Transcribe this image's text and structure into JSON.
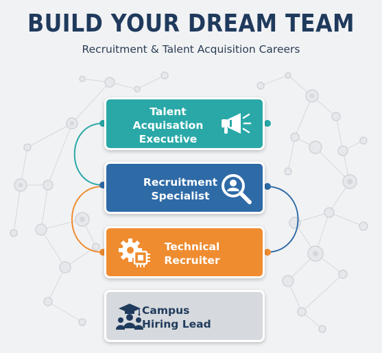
{
  "header": {
    "title": "BUILD YOUR DREAM TEAM",
    "subtitle": "Recruitment & Talent Acquisition Careers"
  },
  "roles": [
    {
      "label": "Talent\nAcquisation\nExecutive",
      "icon": "megaphone-icon",
      "color": "#2aa8a8"
    },
    {
      "label": "Recruitment\nSpecialist",
      "icon": "magnifier-user-icon",
      "color": "#2e6aa6"
    },
    {
      "label": "Technical\nRecruiter",
      "icon": "gear-chip-icon",
      "color": "#ef8c30"
    },
    {
      "label": "Campus\nHiring Lead",
      "icon": "graduation-group-icon",
      "color": "#d6d9dd"
    }
  ],
  "colors": {
    "title": "#1f3a5c",
    "background": "#f1f2f4",
    "connector_teal": "#2aa8a8",
    "connector_orange": "#ef8c30",
    "connector_blue": "#2e6aa6"
  }
}
